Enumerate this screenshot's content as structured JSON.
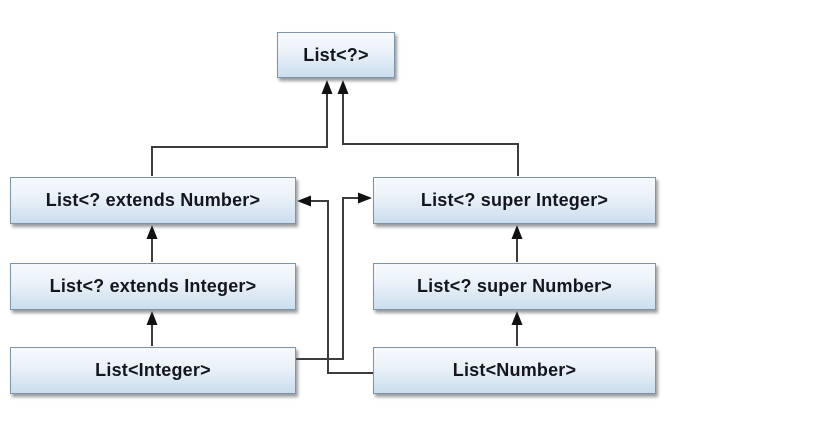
{
  "diagram": {
    "kind": "type-hierarchy",
    "topic": "Java generics wildcard subtyping",
    "nodes": {
      "wildcard": {
        "label": "List<?>"
      },
      "extends_number": {
        "label": "List<? extends Number>"
      },
      "super_integer": {
        "label": "List<? super Integer>"
      },
      "extends_integer": {
        "label": "List<? extends Integer>"
      },
      "super_number": {
        "label": "List<? super Number>"
      },
      "integer": {
        "label": "List<Integer>"
      },
      "number": {
        "label": "List<Number>"
      }
    },
    "edges": [
      {
        "from": "List<? extends Number>",
        "to": "List<?>"
      },
      {
        "from": "List<? super Integer>",
        "to": "List<?>"
      },
      {
        "from": "List<? extends Integer>",
        "to": "List<? extends Number>"
      },
      {
        "from": "List<? super Number>",
        "to": "List<? super Integer>"
      },
      {
        "from": "List<Integer>",
        "to": "List<? extends Integer>"
      },
      {
        "from": "List<Integer>",
        "to": "List<? super Integer>"
      },
      {
        "from": "List<Number>",
        "to": "List<? super Number>"
      },
      {
        "from": "List<Number>",
        "to": "List<? extends Number>"
      }
    ],
    "colors": {
      "box_fill_top": "#f7fafd",
      "box_fill_bottom": "#cbddee",
      "box_border": "#7e94a7",
      "connector_line": "#3d3d3d",
      "arrowhead": "#111111",
      "text": "#15151f",
      "background": "#ffffff"
    }
  }
}
